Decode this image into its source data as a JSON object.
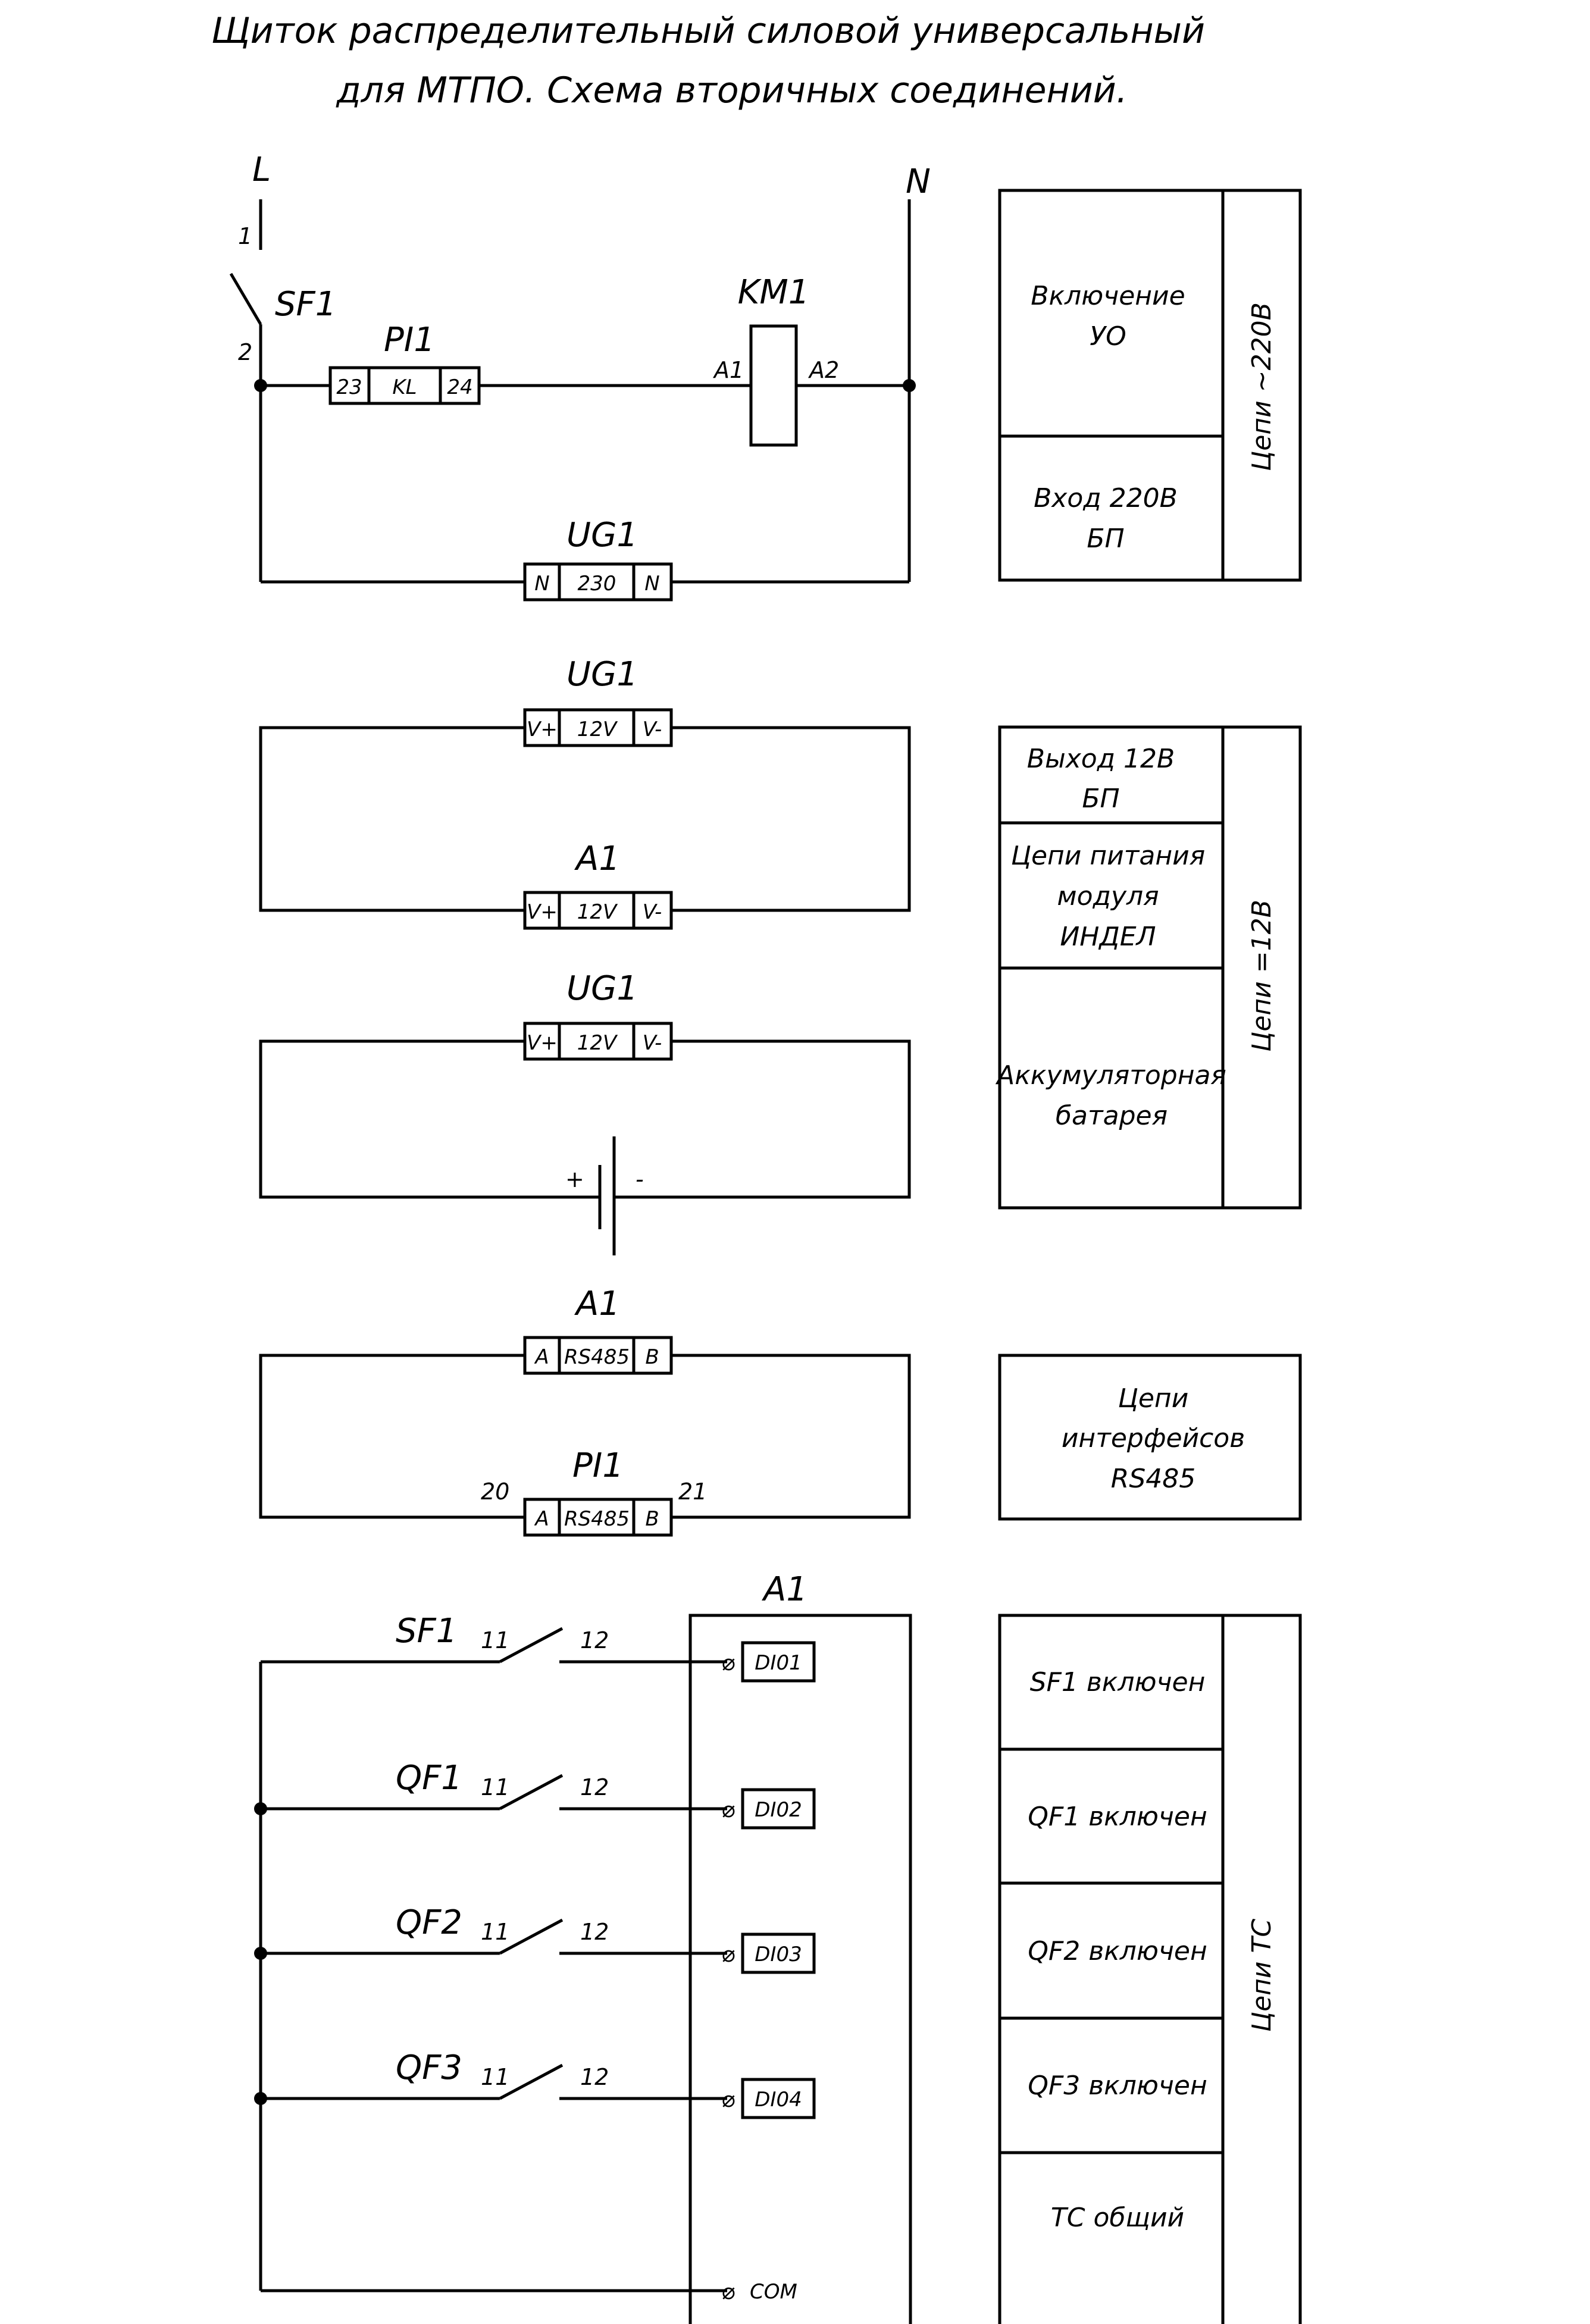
{
  "title": {
    "line1": "Щиток распределительный силовой универсальный",
    "line2": "для МТПО. Схема вторичных соединений."
  },
  "s1": {
    "L": "L",
    "N": "N",
    "sf1": "SF1",
    "pin1": "1",
    "pin2": "2",
    "pi1": "PI1",
    "pi1_t1": "23",
    "pi1_t2": "KL",
    "pi1_t3": "24",
    "km1": "KM1",
    "a1": "A1",
    "a2": "A2",
    "ug1": "UG1",
    "ug1_t1": "N",
    "ug1_t2": "230",
    "ug1_t3": "N"
  },
  "s2": {
    "ug1": "UG1",
    "ug1_t1": "V+",
    "ug1_t2": "12V",
    "ug1_t3": "V-",
    "a1": "A1",
    "a1_t1": "V+",
    "a1_t2": "12V",
    "a1_t3": "V-"
  },
  "s3": {
    "ug1": "UG1",
    "ug1_t1": "V+",
    "ug1_t2": "12V",
    "ug1_t3": "V-",
    "plus": "+",
    "minus": "-"
  },
  "s4": {
    "a1": "A1",
    "a1_t1": "A",
    "a1_t2": "RS485",
    "a1_t3": "B",
    "pi1": "PI1",
    "pin20": "20",
    "pin21": "21",
    "pi1_t1": "A",
    "pi1_t2": "RS485",
    "pi1_t3": "B"
  },
  "s5": {
    "a1": "A1",
    "switches": [
      {
        "name": "SF1",
        "p1": "11",
        "p2": "12",
        "di": "DI01"
      },
      {
        "name": "QF1",
        "p1": "11",
        "p2": "12",
        "di": "DI02"
      },
      {
        "name": "QF2",
        "p1": "11",
        "p2": "12",
        "di": "DI03"
      },
      {
        "name": "QF3",
        "p1": "11",
        "p2": "12",
        "di": "DI04"
      }
    ],
    "com_symbol": "⌀",
    "com": "COM"
  },
  "tables": {
    "t1": {
      "rows": [
        [
          "Включение",
          "УО"
        ],
        [
          "Вход 220В",
          "БП"
        ]
      ],
      "side": "Цепи ~220В"
    },
    "t2": {
      "rows": [
        [
          "Выход 12В",
          "БП"
        ],
        [
          "Цепи питания",
          "модуля",
          "ИНДЕЛ"
        ],
        [
          "Аккумуляторная",
          "батарея"
        ]
      ],
      "side": "Цепи =12В"
    },
    "t3": {
      "lines": [
        "Цепи",
        "интерфейсов",
        "RS485"
      ]
    },
    "t4": {
      "rows": [
        "SF1 включен",
        "QF1 включен",
        "QF2 включен",
        "QF3 включен",
        "ТС общий"
      ],
      "side": "Цепи ТС"
    }
  }
}
